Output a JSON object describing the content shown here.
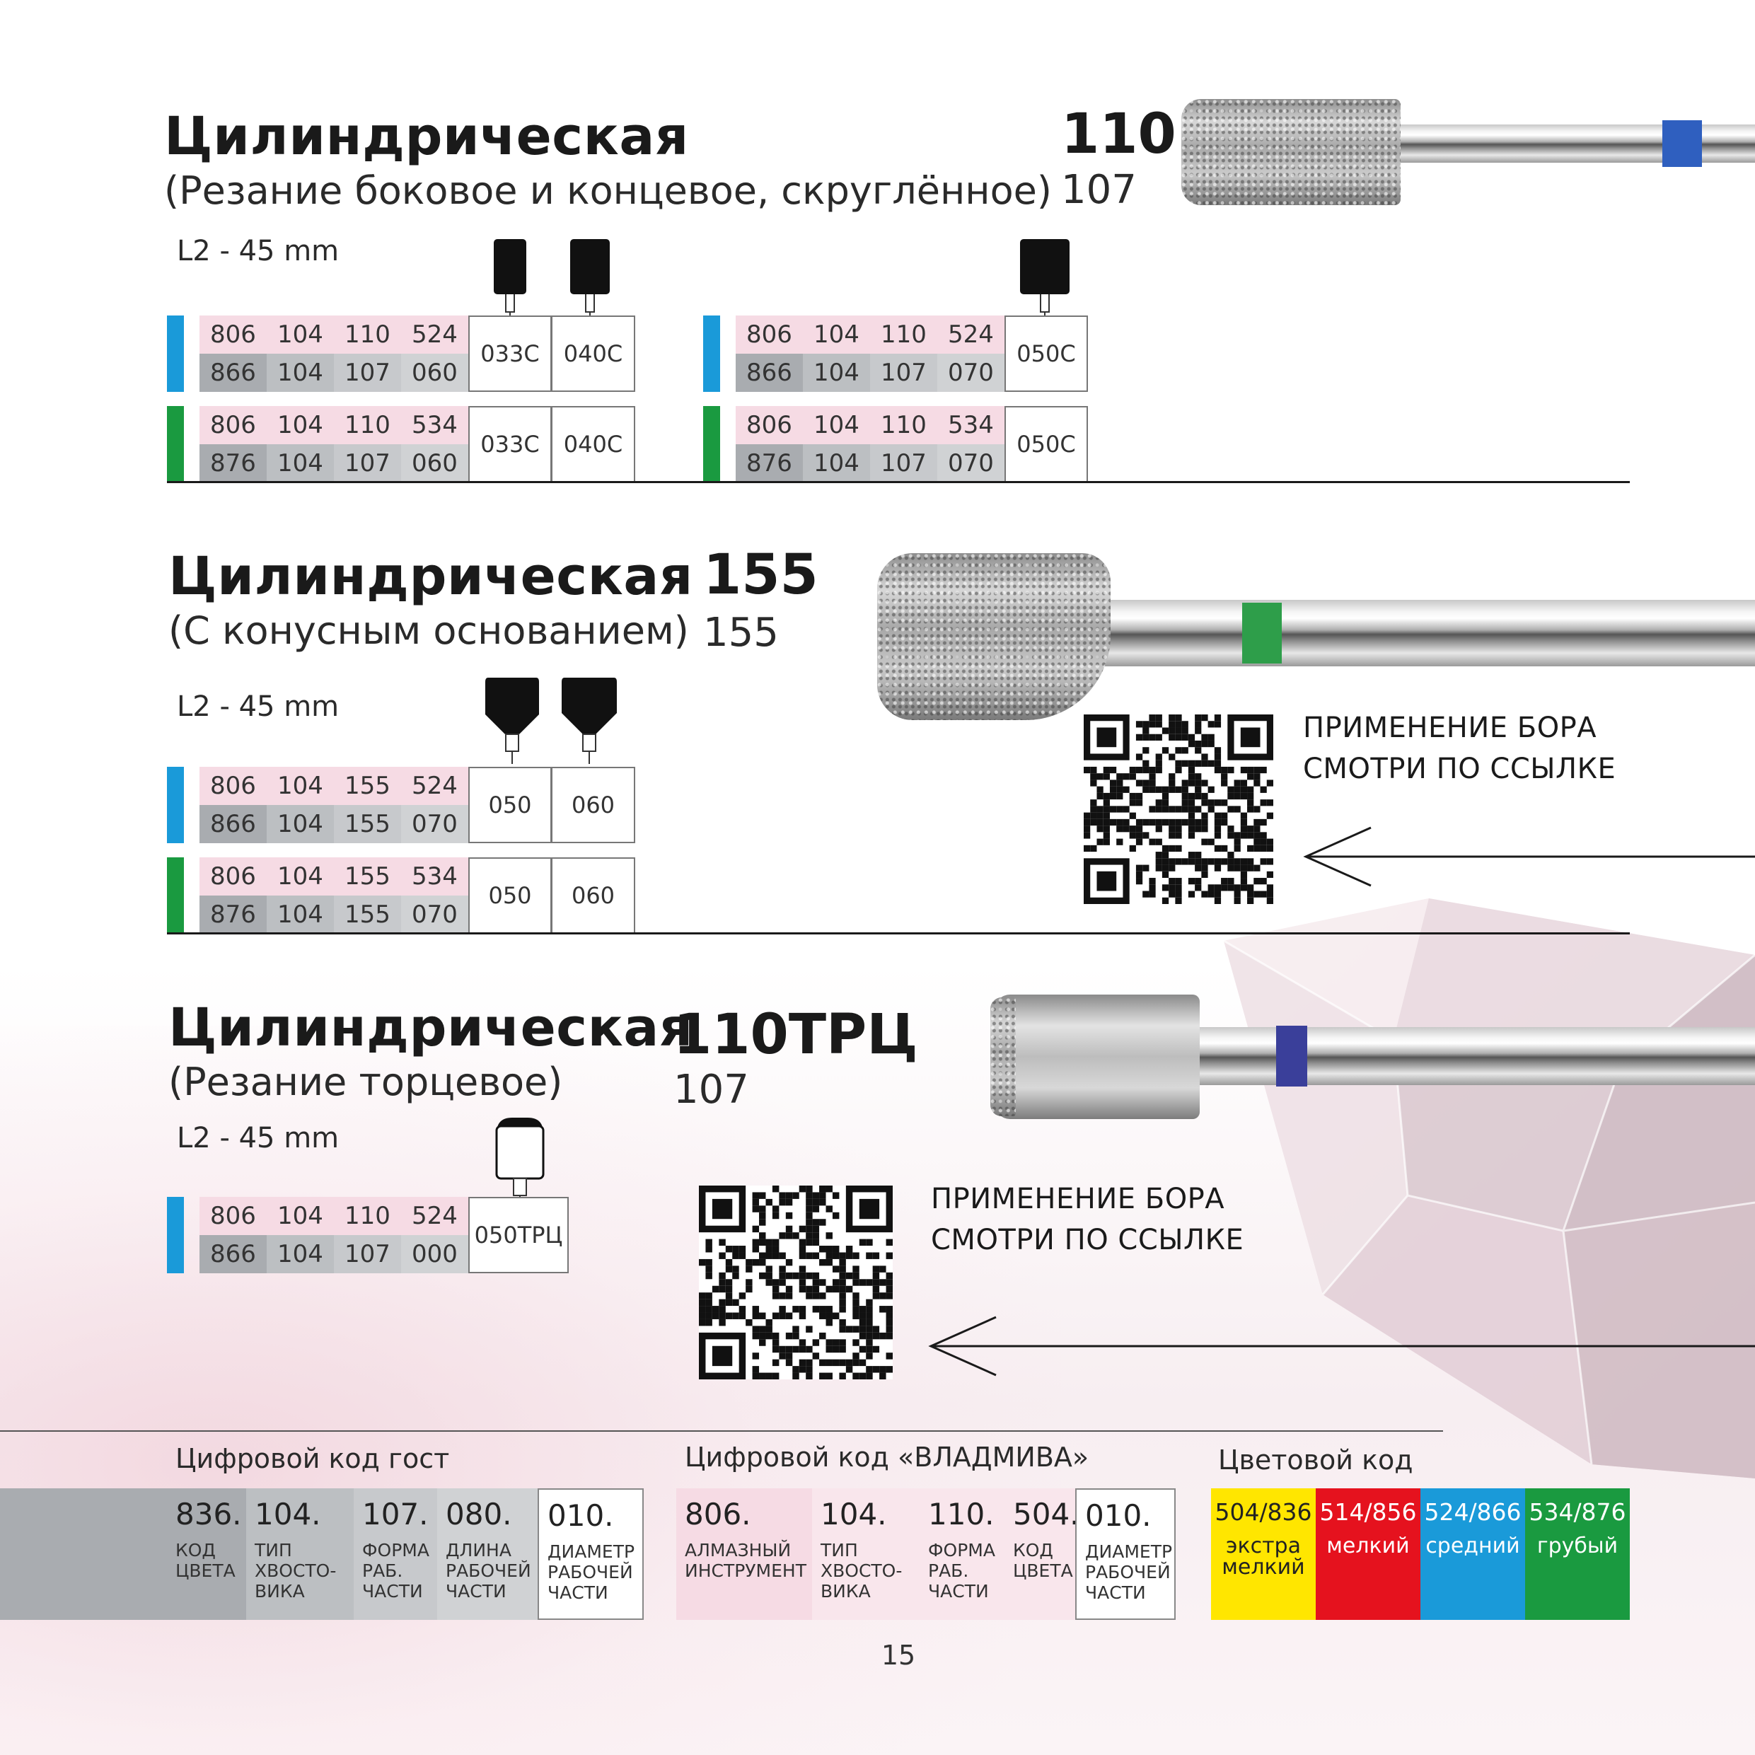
{
  "sections": [
    {
      "title": "Цилиндрическая",
      "subtitle": "(Резание боковое и концевое, скруглённое)",
      "code_main": "110",
      "code_sub": "107",
      "length": "L2  - 45 mm",
      "tables_left": [
        {
          "color": "#1a9ad9",
          "top": [
            "806",
            "104",
            "110",
            "524"
          ],
          "bottom": [
            "866",
            "104",
            "107",
            "060"
          ],
          "sizes": [
            "033С",
            "040С"
          ]
        },
        {
          "color": "#1a9a40",
          "top": [
            "806",
            "104",
            "110",
            "534"
          ],
          "bottom": [
            "876",
            "104",
            "107",
            "060"
          ],
          "sizes": [
            "033С",
            "040С"
          ]
        }
      ],
      "tables_right": [
        {
          "color": "#1a9ad9",
          "top": [
            "806",
            "104",
            "110",
            "524"
          ],
          "bottom": [
            "866",
            "104",
            "107",
            "070"
          ],
          "sizes": [
            "050С"
          ]
        },
        {
          "color": "#1a9a40",
          "top": [
            "806",
            "104",
            "110",
            "534"
          ],
          "bottom": [
            "876",
            "104",
            "107",
            "070"
          ],
          "sizes": [
            "050С"
          ]
        }
      ]
    },
    {
      "title": "Цилиндрическая",
      "subtitle": "(С конусным основанием)",
      "code_main": "155",
      "code_sub": "155",
      "length": "L2  - 45 mm",
      "tables_left": [
        {
          "color": "#1a9ad9",
          "top": [
            "806",
            "104",
            "155",
            "524"
          ],
          "bottom": [
            "866",
            "104",
            "155",
            "070"
          ],
          "sizes": [
            "050",
            "060"
          ]
        },
        {
          "color": "#1a9a40",
          "top": [
            "806",
            "104",
            "155",
            "534"
          ],
          "bottom": [
            "876",
            "104",
            "155",
            "070"
          ],
          "sizes": [
            "050",
            "060"
          ]
        }
      ],
      "qr_text": [
        "ПРИМЕНЕНИЕ БОРА",
        "СМОТРИ ПО ССЫЛКЕ"
      ]
    },
    {
      "title": "Цилиндрическая",
      "subtitle": "(Резание торцевое)",
      "code_main": "110ТРЦ",
      "code_sub": "107",
      "length": "L2  - 45 mm",
      "tables_left": [
        {
          "color": "#1a9ad9",
          "top": [
            "806",
            "104",
            "110",
            "524"
          ],
          "bottom": [
            "866",
            "104",
            "107",
            "000"
          ],
          "sizes": [
            "050ТРЦ"
          ]
        }
      ],
      "qr_text": [
        "ПРИМЕНЕНИЕ БОРА",
        "СМОТРИ ПО ССЫЛКЕ"
      ]
    }
  ],
  "legend": {
    "gost": {
      "title": "Цифровой код гост",
      "cells": [
        {
          "num": "836.",
          "label": "КОД\nЦВЕТА",
          "bg": "#a9acb0"
        },
        {
          "num": "104.",
          "label": "ТИП\nХВОСТО-\nВИКА",
          "bg": "#bcbfc2"
        },
        {
          "num": "107.",
          "label": "ФОРМА\nРАБ.\nЧАСТИ",
          "bg": "#c7c9cc"
        },
        {
          "num": "080.",
          "label": "ДЛИНА\nРАБОЧЕЙ\nЧАСТИ",
          "bg": "#d0d2d4"
        },
        {
          "num": "010.",
          "label": "ДИАМЕТР\nРАБОЧЕЙ\nЧАСТИ",
          "bg": "#ffffff"
        }
      ]
    },
    "vladmiva": {
      "title": "Цифровой код «ВЛАДМИВА»",
      "cells": [
        {
          "num": "806.",
          "label": "АЛМАЗНЫЙ\nИНСТРУМЕНТ",
          "bg": "#f6dbe4"
        },
        {
          "num": "104.",
          "label": "ТИП\nХВОСТО-\nВИКА",
          "bg": "#f9e6ec"
        },
        {
          "num": "110.",
          "label": "ФОРМА\nРАБ.\nЧАСТИ",
          "bg": "#f9e6ec"
        },
        {
          "num": "504.",
          "label": "КОД\nЦВЕТА",
          "bg": "#f9e6ec"
        },
        {
          "num": "010.",
          "label": "ДИАМЕТР\nРАБОЧЕЙ\nЧАСТИ",
          "bg": "#ffffff"
        }
      ]
    },
    "colors": {
      "title": "Цветовой код",
      "cells": [
        {
          "num": "504/836",
          "label": "экстра\nмелкий",
          "bg": "#ffe600",
          "fg": "#222222"
        },
        {
          "num": "514/856",
          "label": "мелкий",
          "bg": "#e5121e",
          "fg": "#ffffff"
        },
        {
          "num": "524/866",
          "label": "средний",
          "bg": "#1a9ad9",
          "fg": "#ffffff"
        },
        {
          "num": "534/876",
          "label": "грубый",
          "bg": "#1a9a40",
          "fg": "#ffffff"
        }
      ]
    }
  },
  "page_number": "15",
  "band_colors": {
    "blue": "#2f5fbf",
    "green": "#2e9e4a",
    "navy": "#3a3f9a"
  }
}
